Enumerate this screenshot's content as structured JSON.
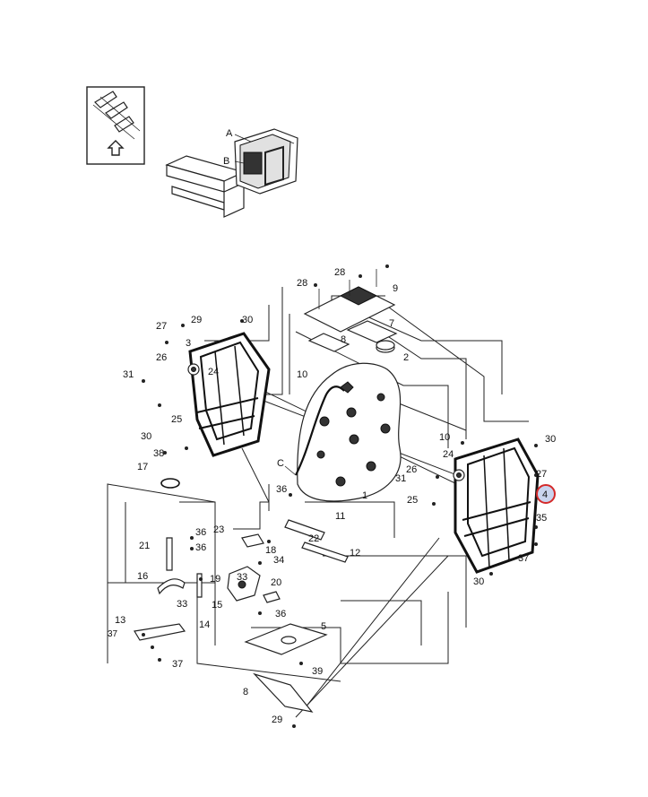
{
  "inset": {
    "labels": {
      "a": "A",
      "b": "B"
    }
  },
  "callouts": [
    "28",
    "28",
    "9",
    "29",
    "30",
    "7",
    "27",
    "3",
    "8",
    "2",
    "26",
    "24",
    "10",
    "31",
    "25",
    "30",
    "38",
    "17",
    "36",
    "1",
    "C",
    "10",
    "30",
    "24",
    "26",
    "31",
    "27",
    "25",
    "4",
    "35",
    "37",
    "30",
    "11",
    "22",
    "36",
    "23",
    "21",
    "36",
    "18",
    "34",
    "16",
    "19",
    "12",
    "33",
    "15",
    "20",
    "36",
    "13",
    "37",
    "14",
    "5",
    "37",
    "39",
    "8",
    "29"
  ],
  "highlight": {
    "label": "4",
    "color": "#d42a2a",
    "fill": "#c9d4ee"
  },
  "colors": {
    "line": "#222222",
    "frame": "#1a1a1a",
    "background": "#ffffff"
  }
}
